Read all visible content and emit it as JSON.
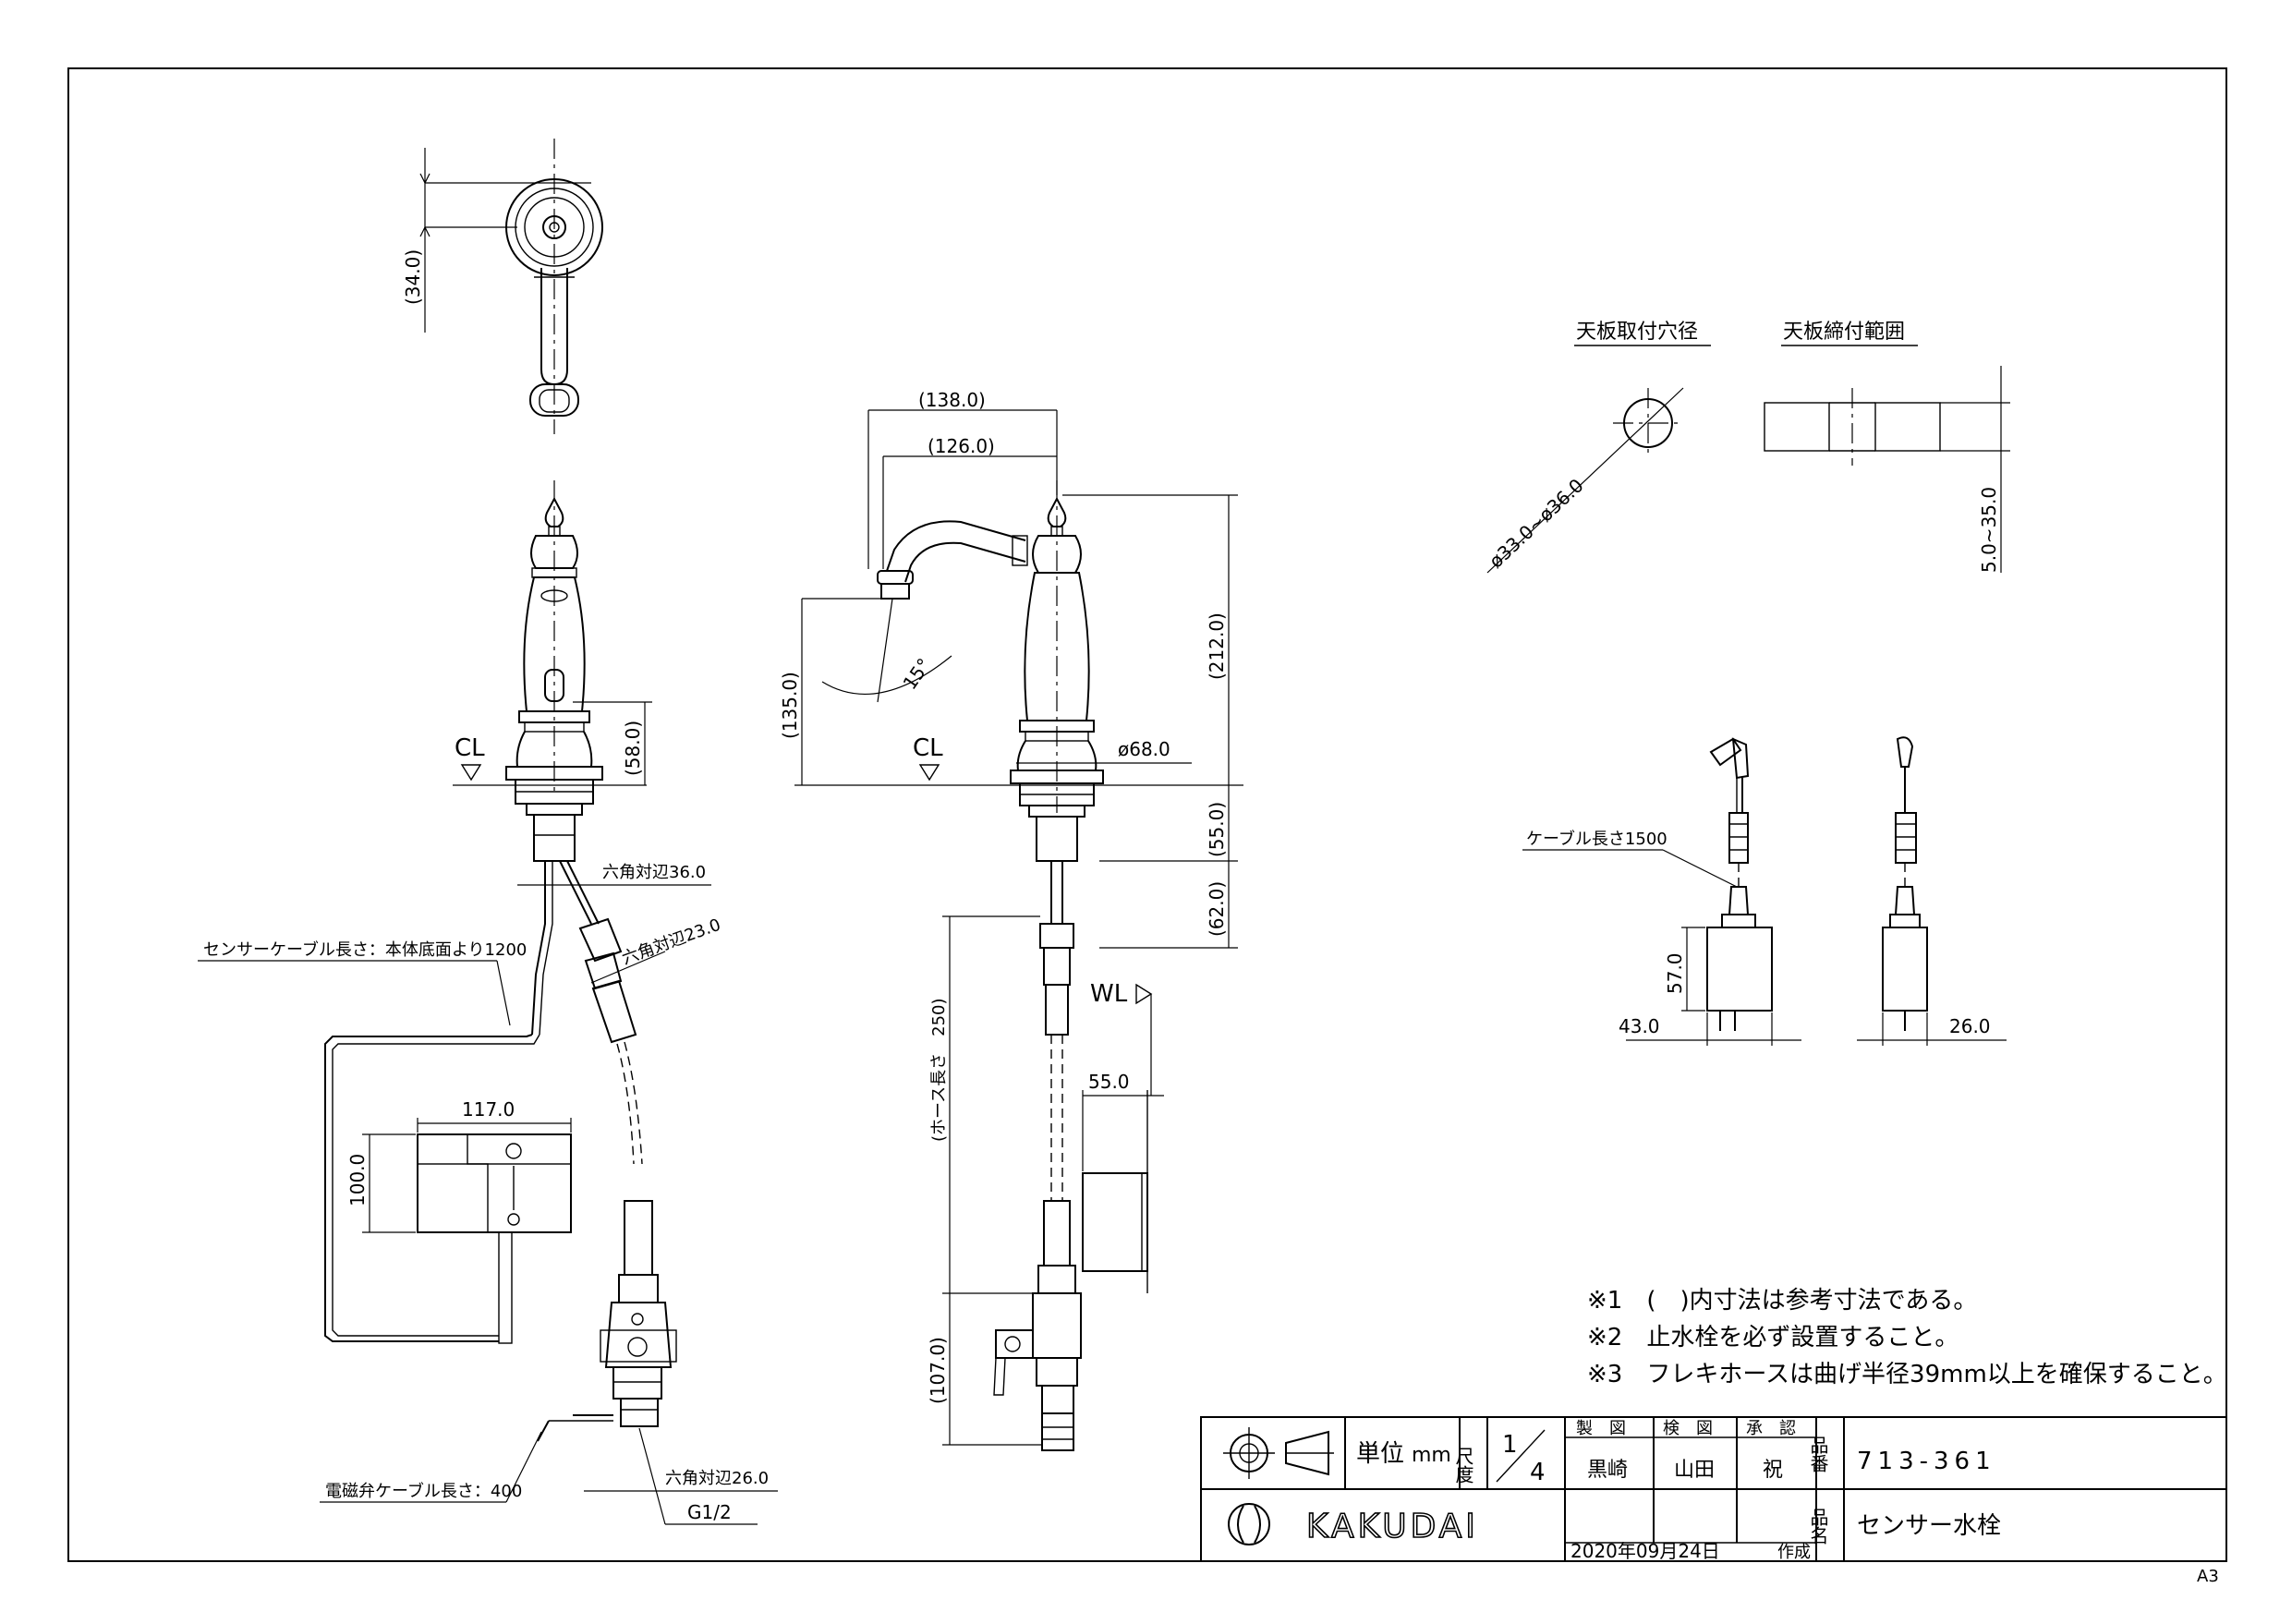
{
  "title_block": {
    "unit_label": "単位",
    "unit_value": "mm",
    "scale_label": "尺度",
    "scale_num": "1",
    "scale_den": "4",
    "roles": [
      "製　図",
      "検　図",
      "承　認"
    ],
    "names": [
      "黒崎",
      "山田",
      "祝"
    ],
    "date": "2020年09月24日",
    "created": "作成",
    "part_no_label": "品番",
    "part_no": "713-361",
    "name_label": "品名",
    "product_name": "センサー水栓",
    "brand": "KAKUDAI"
  },
  "sheet_size": "A3",
  "notes": [
    "※1　(　)内寸法は参考寸法である。",
    "※2　止水栓を必ず設置すること。",
    "※3　フレキホースは曲げ半径39mm以上を確保すること。"
  ],
  "detail_labels": {
    "hole": "天板取付穴径",
    "clamp": "天板締付範囲"
  },
  "dimensions": {
    "top_34": "(34.0)",
    "h_58": "(58.0)",
    "cl": "CL",
    "hex36": "六角対辺36.0",
    "hex23": "六角対辺23.0",
    "sensor_cable": "センサーケーブル長さ：本体底面より1200",
    "w117": "117.0",
    "h100": "100.0",
    "valve_cable": "電磁弁ケーブル長さ：400",
    "hex26": "六角対辺26.0",
    "g12": "G1/2",
    "d138": "(138.0)",
    "d126": "(126.0)",
    "d135": "(135.0)",
    "deg15": "15°",
    "d212": "(212.0)",
    "d68": "ø68.0",
    "d55v": "(55.0)",
    "d62": "(62.0)",
    "wl": "WL",
    "d55h": "55.0",
    "hose": "(ホース長さ　250)",
    "d107": "(107.0)",
    "hole_dia": "ø33.0~ø36.0",
    "clamp_range": "5.0~35.0",
    "adapter_cable": "ケーブル長さ1500",
    "d57": "57.0",
    "d43": "43.0",
    "d26": "26.0"
  }
}
